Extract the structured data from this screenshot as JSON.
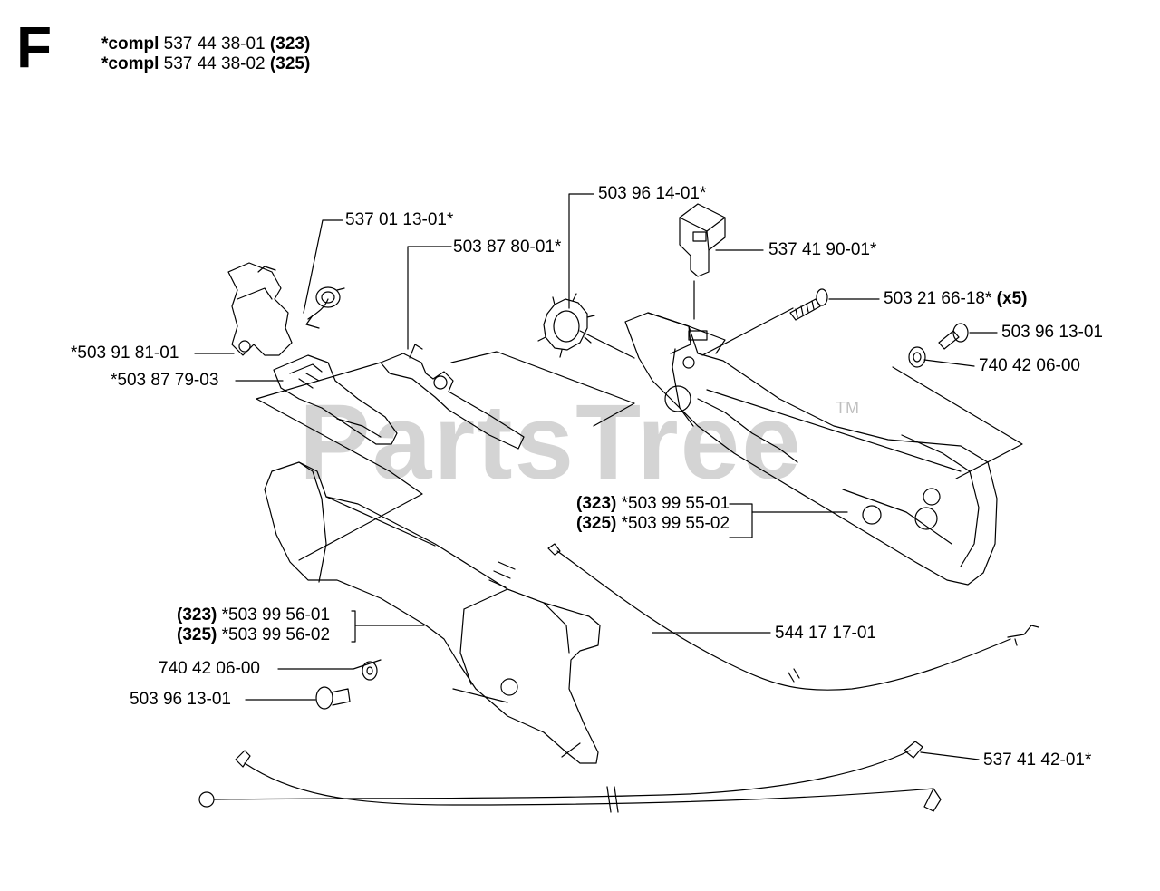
{
  "header": {
    "section_letter": "F",
    "lines": [
      {
        "prefix": "*compl",
        "part_no": "537 44 38-01",
        "model": "(323)"
      },
      {
        "prefix": "*compl",
        "part_no": "537 44 38-02",
        "model": "(325)"
      }
    ]
  },
  "watermark": {
    "text": "PartsTree",
    "tm": "TM"
  },
  "callouts": {
    "p1": {
      "text": "537 01 13-01*"
    },
    "p2": {
      "text": "503 87 80-01*"
    },
    "p3": {
      "text": "503 96 14-01*"
    },
    "p4": {
      "text": "537 41 90-01*"
    },
    "p5": {
      "text": "503 21 66-18*",
      "qty": "(x5)"
    },
    "p6": {
      "text": "503 96 13-01"
    },
    "p7": {
      "text": "740 42 06-00"
    },
    "p8": {
      "text": "*503 91 81-01"
    },
    "p9": {
      "text": "*503 87 79-03"
    },
    "p10a": {
      "model": "(323)",
      "text": "*503 99 55-01"
    },
    "p10b": {
      "model": "(325)",
      "text": "*503 99 55-02"
    },
    "p11": {
      "text": "544 17 17-01"
    },
    "p12a": {
      "model": "(323)",
      "text": "*503 99 56-01"
    },
    "p12b": {
      "model": "(325)",
      "text": "*503 99 56-02"
    },
    "p13": {
      "text": "740 42 06-00"
    },
    "p14": {
      "text": "503 96 13-01"
    },
    "p15": {
      "text": "537 41 42-01*"
    }
  }
}
